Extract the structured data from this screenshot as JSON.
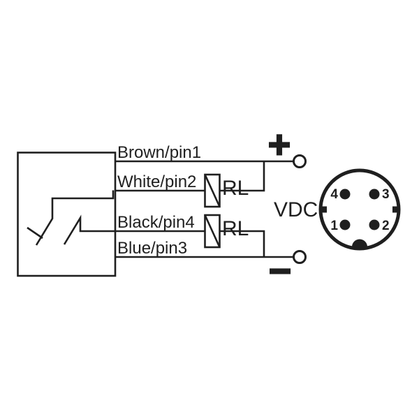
{
  "wires": [
    {
      "label": "Brown/pin1"
    },
    {
      "label": "White/pin2"
    },
    {
      "label": "Black/pin4"
    },
    {
      "label": "Blue/pin3"
    }
  ],
  "loads": [
    {
      "label": "RL"
    },
    {
      "label": "RL"
    }
  ],
  "supply": {
    "positive": "+",
    "negative": "−",
    "label": "VDC"
  },
  "connector": {
    "pins": [
      {
        "number": "4"
      },
      {
        "number": "3"
      },
      {
        "number": "1"
      },
      {
        "number": "2"
      }
    ]
  },
  "colors": {
    "line": "#1f1f1f",
    "background": "#ffffff"
  }
}
